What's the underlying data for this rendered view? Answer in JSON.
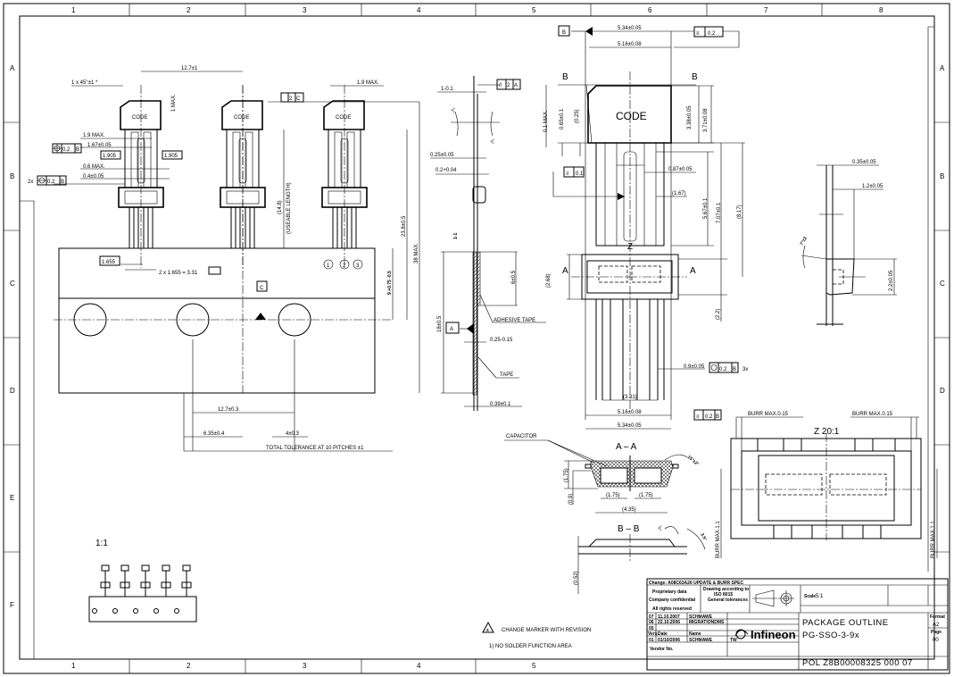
{
  "frame": {
    "columns": [
      "1",
      "2",
      "3",
      "4",
      "5",
      "6",
      "7",
      "8"
    ],
    "rows": [
      "A",
      "B",
      "C",
      "D",
      "E",
      "F"
    ],
    "bottom_columns": [
      "1",
      "2",
      "3",
      "4",
      "5"
    ]
  },
  "top_view": {
    "chamfer": "1 x 45°±1 *",
    "pitch": "12.7±1",
    "one_max": "1 MAX.",
    "lead_width_max_right": "1.9 MAX.",
    "lead_width_max": "1.9 MAX.",
    "lead_width": "1.67±0.05",
    "basic_left": "1.905",
    "basic_right": "1.905",
    "thickness_max": "0.6 MAX.",
    "thickness": "0.4±0.05",
    "position_tol": "0.2",
    "position_datum": "B",
    "position_tol_2x_prefix": "2x",
    "position_tol_2x": "0.2",
    "position_datum_2x": "B",
    "flatness_tol": "2",
    "flatness_datum": "C",
    "code_labels": [
      "CODE",
      "CODE",
      "CODE"
    ],
    "length_ref": "(14.8)",
    "usable_length": "(USEABLE LENGTH)",
    "height": "23.8±0.5",
    "total_max": "38 MAX.",
    "basic_1655": "1.655",
    "pitch_sum": "2 x 1.655 = 3.31",
    "pins": [
      "1",
      "2",
      "3"
    ],
    "datum_c": "C",
    "tape_offset": "9 +0.75 -0.5",
    "hole_pitch": "12.7±0.3",
    "hole_offset": "6.35±0.4",
    "hole_offset2": "4±0.3",
    "total_tolerance": "TOTAL TOLERANCE AT 10 PITCHES ±1"
  },
  "side_view": {
    "top_dim": "1-0.1",
    "parallel_tol": "2",
    "parallel_datum": "A",
    "angle_left": "7°",
    "angle_right": "7°",
    "lead_thk": "0.25±0.05",
    "lead_thk2": "0.2+0.04",
    "gap": "1-1",
    "tape_width": "18±0.5",
    "adhesive_width": "6±0.5",
    "datum_a": "A",
    "adhesive_label": "ADHESIVE TAPE",
    "adhesive_thk": "0.25-0.15",
    "tape_label": "TAPE",
    "tape_thk": "0.39±0.1"
  },
  "front_view": {
    "datum_b": "B",
    "width_outer": "5.34±0.05",
    "width_inner": "5.16±0.08",
    "symmetry_tol": "0.2",
    "section_b_left": "B",
    "section_b_right": "B",
    "max01": "0.1 MAX.",
    "dim065": "0.65±0.1",
    "dim025": "(0.25)",
    "code": "CODE",
    "body_h1": "3.38±0.05",
    "body_h2": "3.71±0.08",
    "symmetry_tol2": "0.1",
    "lead_w": "0.87±0.05",
    "lead_ref": "(1.67)",
    "len1": "5.67±0.1",
    "len2": "7.07±0.1",
    "len3": "(8.17)",
    "detail_z": "Z",
    "section_a_left": "A",
    "section_a_right": "A",
    "cap_h": "(2.68)",
    "dim22": "(2.2)",
    "lead_09": "0.9±0.05",
    "pos_tol": "0.2",
    "pos_datum": "B",
    "pos_count": "3x",
    "span": "(3.31)",
    "bottom_inner": "5.16±0.08",
    "bottom_outer": "5.34±0.05",
    "sym_tol_bottom": "0.2",
    "sym_datum_bottom": "B"
  },
  "right_detail": {
    "thk": "0.35±0.05",
    "offset": "1.2±0.05",
    "angle": "7°±2",
    "height": "2.2±0.05"
  },
  "detail_z": {
    "burr_left": "BURR MAX.0.15",
    "burr_right": "BURR MAX.0.15",
    "title": "Z 20:1",
    "burr_side_left": "BURR MAX.1.1",
    "burr_side_right": "BURR MAX.1.1"
  },
  "sections": {
    "capacitor": "CAPACITOR",
    "aa_title": "A – A",
    "aa_angle": "15°±2°",
    "aa_h": "(1.75)",
    "aa_h2": "(0.9)",
    "aa_w1": "(1.75)",
    "aa_w2": "(1.75)",
    "aa_total": "(4.35)",
    "bb_title": "B – B",
    "bb_angle1": "7°",
    "bb_angle2": "3.5°",
    "bb_h": "(0.52)"
  },
  "overview": {
    "scale": "1:1"
  },
  "notes": {
    "change_marker_symbol": "x",
    "change_marker": "CHANGE MARKER WITH REVISION",
    "note1": "1) NO SOLDER FUNCTION AREA"
  },
  "title_block": {
    "change": "Change: A08C63A26 UPDATE & BURR SPEC",
    "proprietary": "Proprietary data",
    "confidential": "Company confidential",
    "rights": "All rights reserved",
    "drawing_according": "Drawing according to",
    "iso": "ISO 8015",
    "general_tol": "General tolerances",
    "scale_label": "Scale",
    "scale_value": "5:1",
    "revisions": [
      {
        "vers": "07",
        "date": "11.10.2007",
        "name": "SCHMAWE"
      },
      {
        "vers": "06",
        "date": "22.10.2006",
        "name": "MIGRATIONDMS"
      },
      {
        "vers": "05",
        "date": "",
        "name": ""
      }
    ],
    "hdr_vers": "Vers.",
    "hdr_date": "Date",
    "hdr_name": "Name",
    "first": {
      "vers": "01",
      "date": "01/10/2006",
      "name": "SCHMAWE",
      "initials": "TW"
    },
    "vendor_no": "Vendor No.",
    "company": "Infineon",
    "doc_title": "PACKAGE OUTLINE",
    "doc_package": "PG-SSO-3-9x",
    "format_label": "Format",
    "format_value": "A2",
    "page_label": "Page",
    "page_value": "00",
    "doc_number": "POL Z8B00008325 000 07"
  }
}
